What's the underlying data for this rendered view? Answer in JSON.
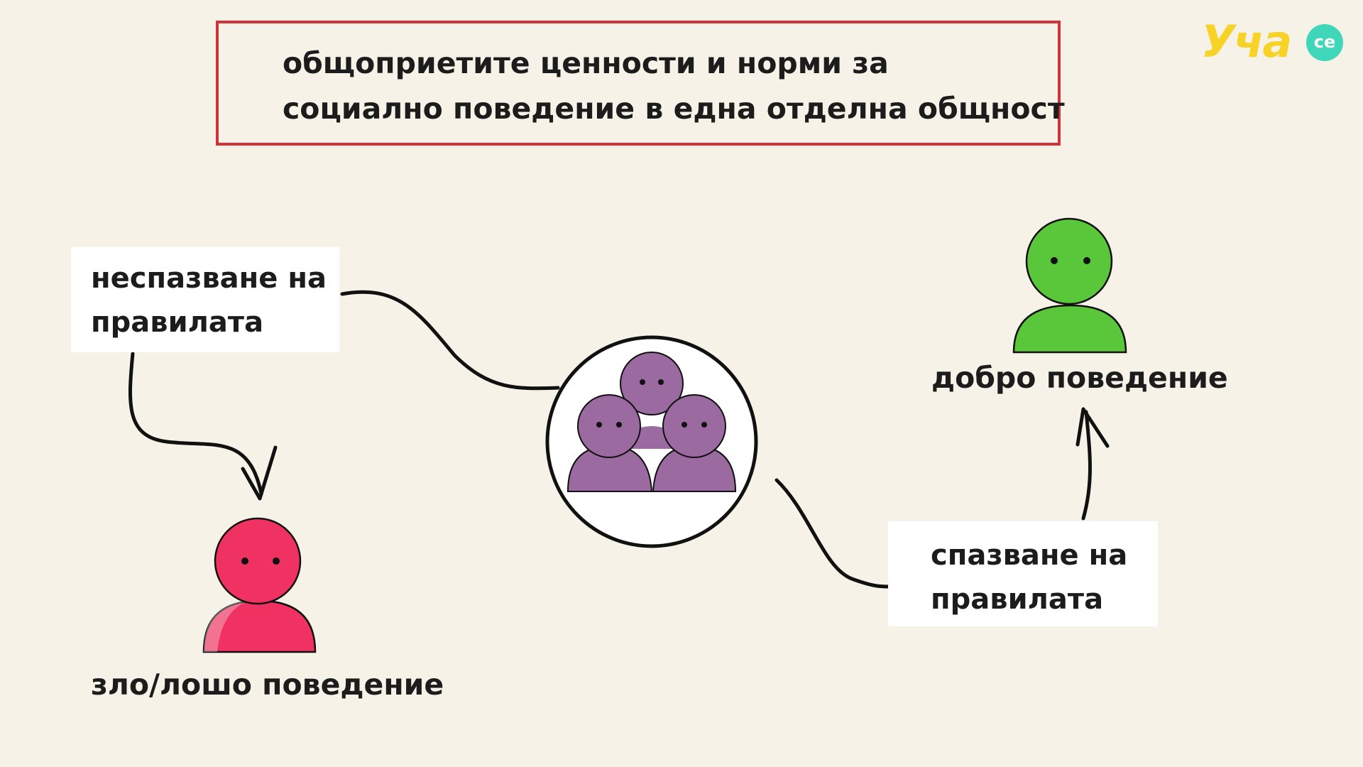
{
  "definition": {
    "line1": "общоприетите ценности и норми за",
    "line2": "социално поведение в една отделна общност",
    "border_color": "#d0343a"
  },
  "nodes": {
    "non_compliance": {
      "line1": "неспазване на",
      "line2": "правилата"
    },
    "compliance": {
      "line1": "спазване на",
      "line2": "правилата"
    },
    "bad_behavior": {
      "label": "зло/лошо поведение",
      "color": "#f03262"
    },
    "good_behavior": {
      "label": "добро поведение",
      "color": "#5ac63a"
    },
    "community": {
      "color": "#9a6aa0"
    }
  },
  "logo": {
    "text": "Уча",
    "badge": "се",
    "text_color": "#f6d326",
    "badge_color": "#3fd6b9"
  }
}
